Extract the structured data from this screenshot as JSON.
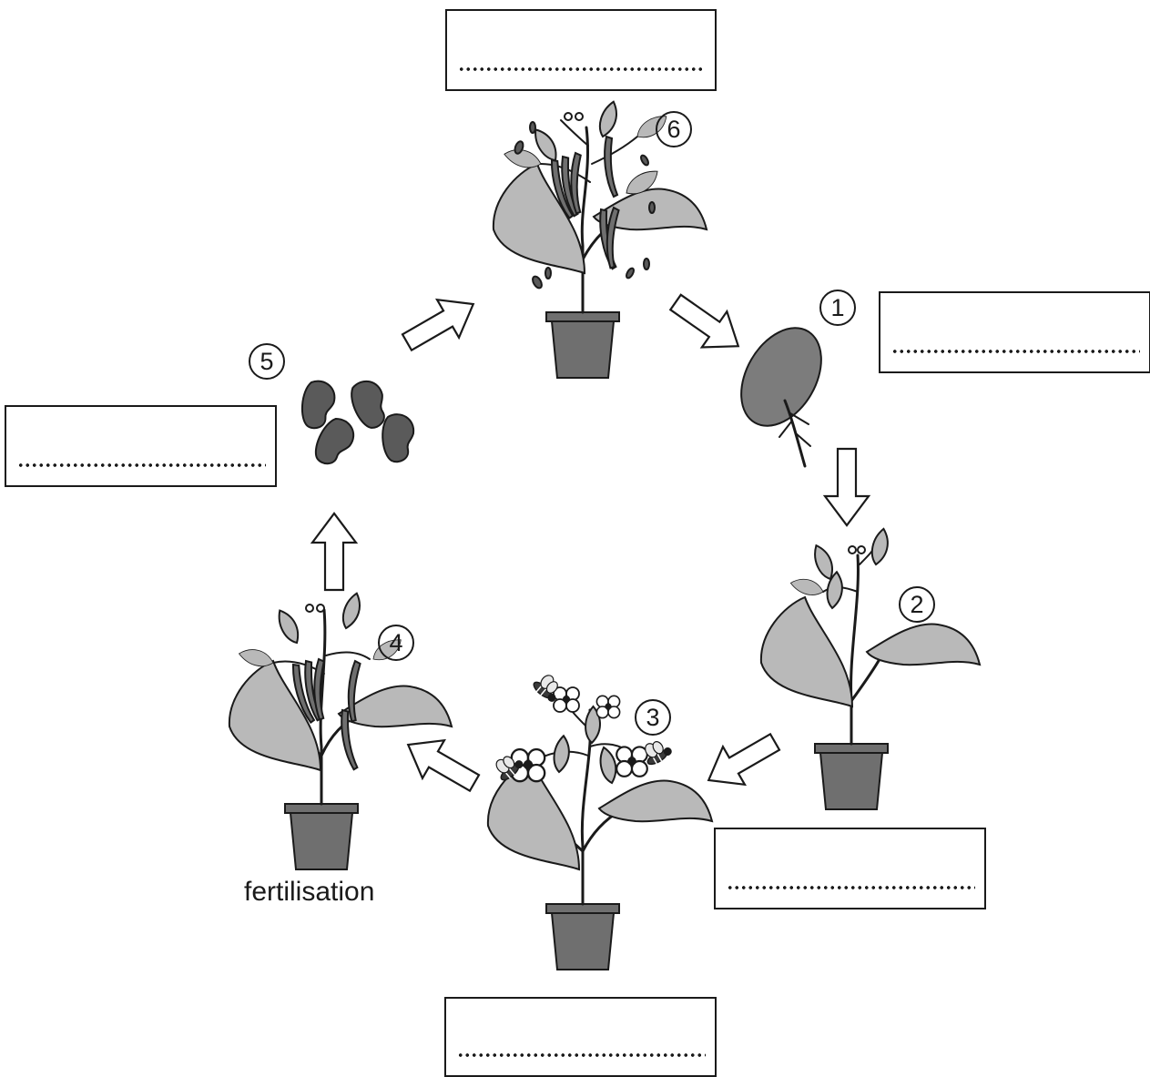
{
  "stages": [
    {
      "number": "1",
      "subject": "germinating seed"
    },
    {
      "number": "2",
      "subject": "young plant"
    },
    {
      "number": "3",
      "subject": "flowering plant with bees"
    },
    {
      "number": "4",
      "subject": "plant with pods"
    },
    {
      "number": "5",
      "subject": "seeds"
    },
    {
      "number": "6",
      "subject": "plant dispersing seeds"
    }
  ],
  "caption_stage4": "fertilisation",
  "colors": {
    "outline": "#1a1a1a",
    "leaf": "#b9b9b9",
    "pot": "#6f6f6f",
    "seed": "#5a5a5a",
    "bean_seed": "#7c7c7c"
  }
}
